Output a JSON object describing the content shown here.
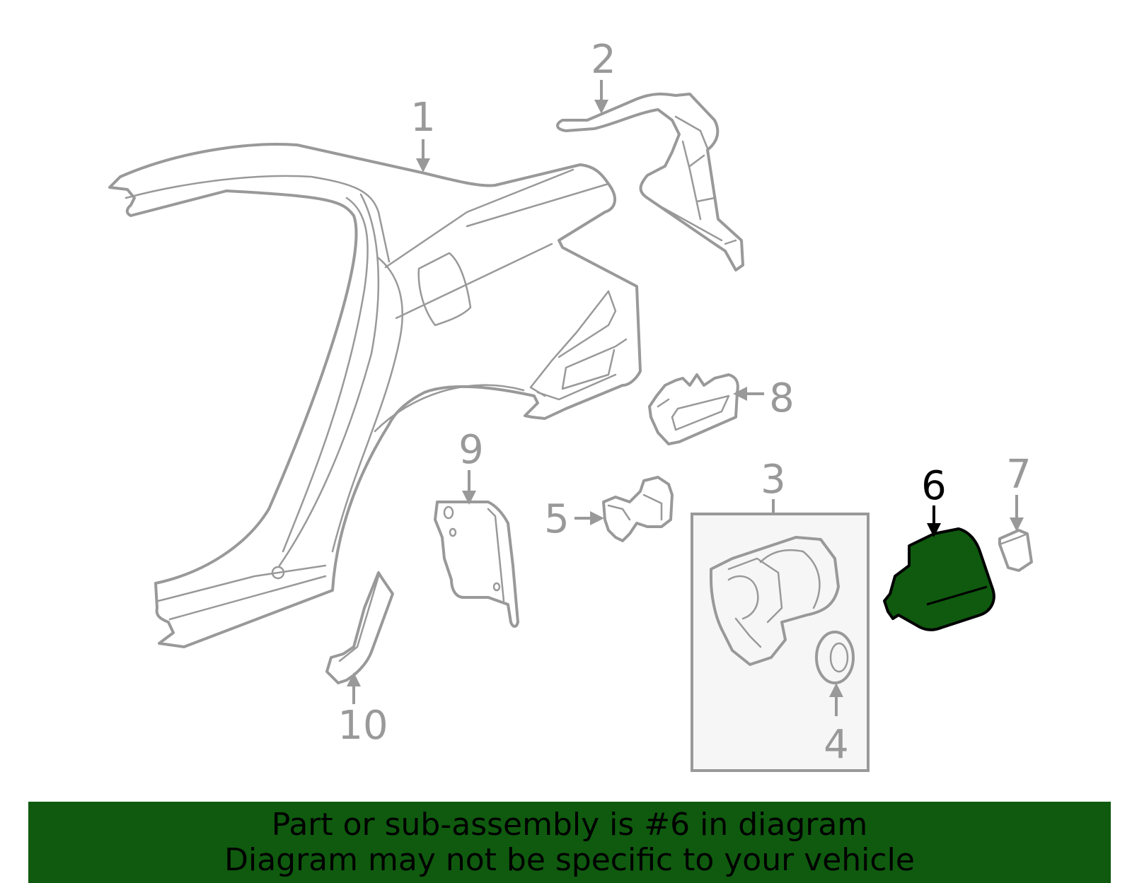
{
  "diagram": {
    "highlighted_part": "6",
    "highlight_color": "#0f5a0f",
    "line_color": "#999999",
    "callouts": {
      "c1": "1",
      "c2": "2",
      "c3": "3",
      "c4": "4",
      "c5": "5",
      "c6": "6",
      "c7": "7",
      "c8": "8",
      "c9": "9",
      "c10": "10"
    }
  },
  "banner": {
    "line1": "Part or sub-assembly is #6 in diagram",
    "line2": "Diagram may not be specific to your vehicle"
  }
}
